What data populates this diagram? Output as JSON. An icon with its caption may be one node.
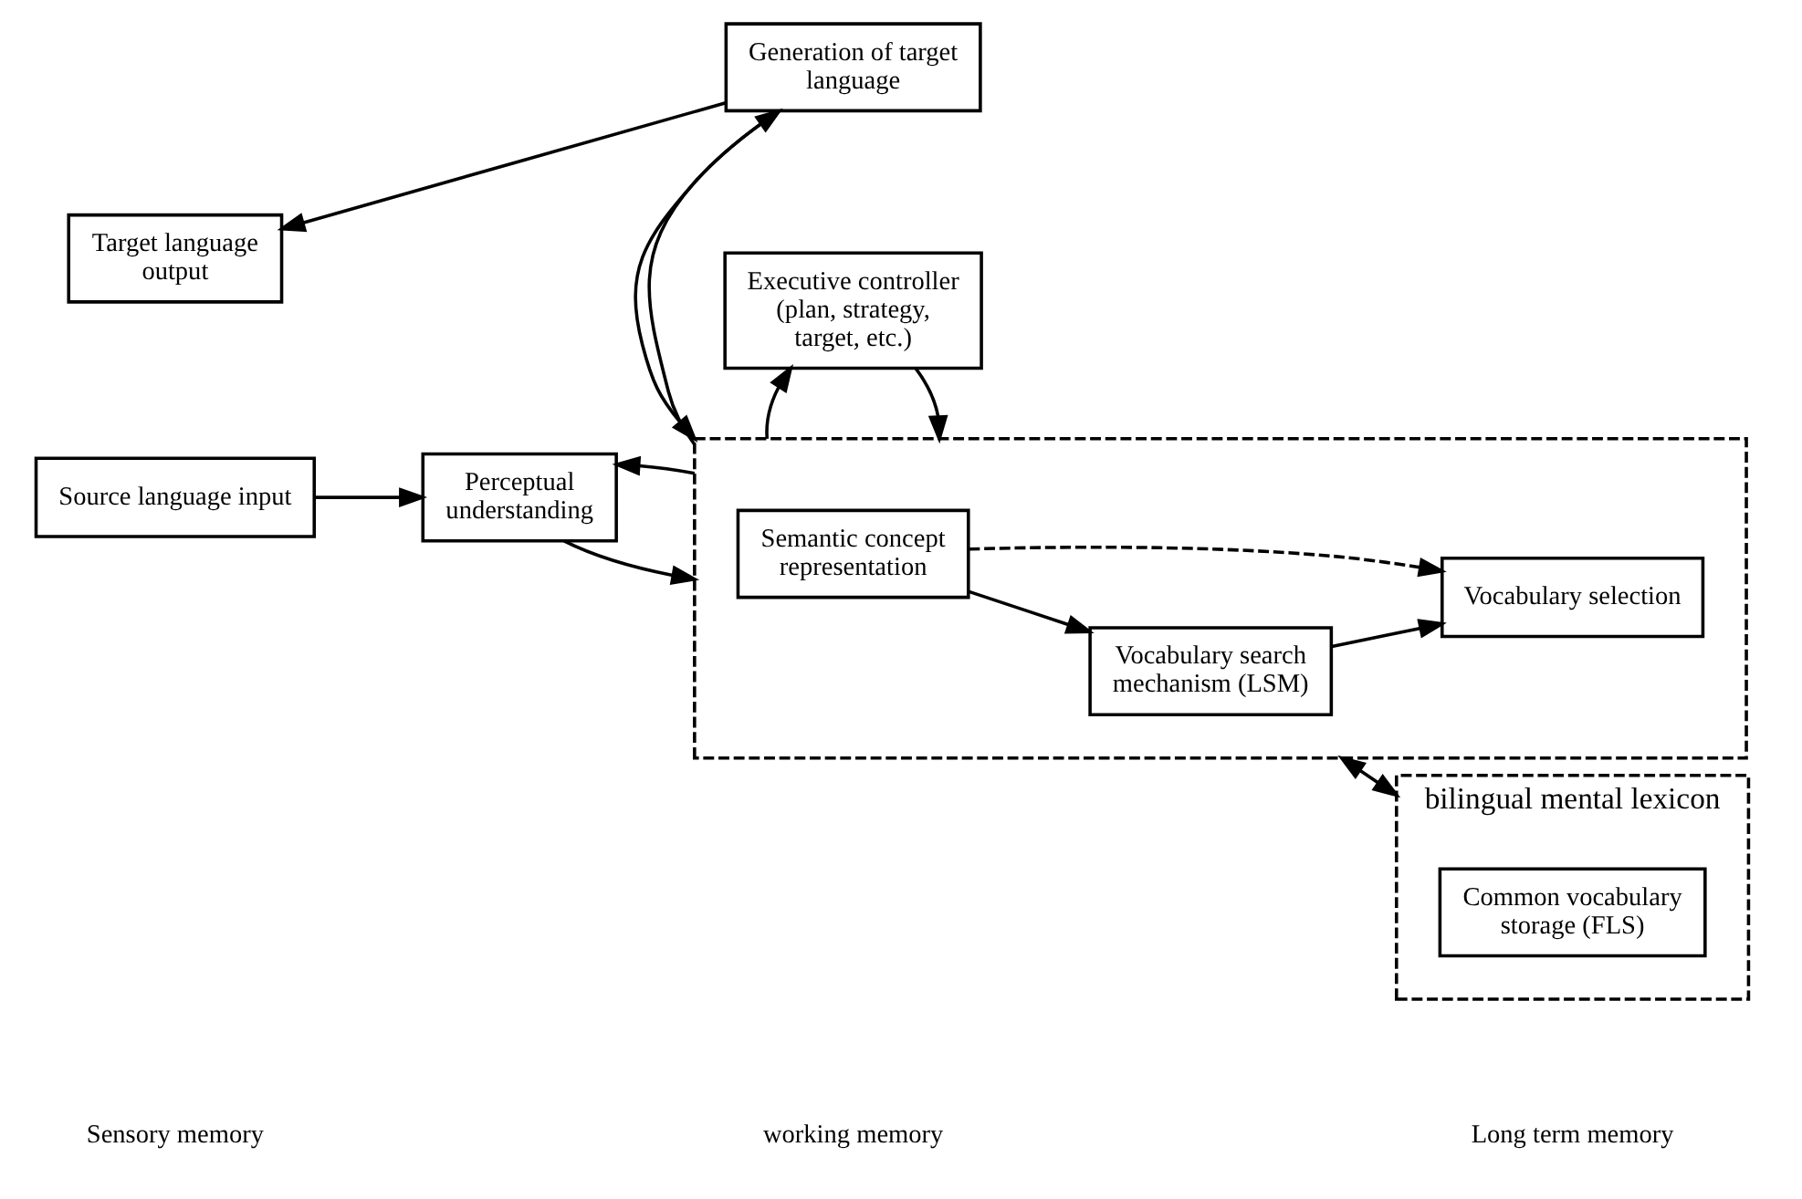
{
  "diagram": {
    "nodes": [
      {
        "text": [
          "Executive controller (plan, strategy, target, etc.)"
        ]
      },
      {
        "text": [],
        "shape": "box"
      },
      {
        "text": [
          "Source language input"
        ]
      },
      {
        "text": [
          "Perceptual understanding"
        ]
      },
      {
        "text": [
          "Semantic concept representation"
        ],
        "in": 1
      },
      {
        "text": [
          "Vocabulary search mechanism (LSM)"
        ],
        "in": 1
      },
      {
        "text": [
          "Vocabulary selection"
        ],
        "in": 1
      },
      {
        "text": [
          "bilingual mental lexicon"
        ]
      },
      {
        "text": [
          "Common vocabulary storage (FLS)"
        ],
        "in": 7
      },
      {
        "text": [
          "Generation of target language"
        ]
      },
      {
        "text": [
          "Target language output"
        ]
      }
    ],
    "edges": [
      {
        "from": 0,
        "to": 1,
        "arrow": "to"
      },
      {
        "from": 1,
        "to": 0,
        "arrow": "to"
      },
      {
        "from": 2,
        "to": 3,
        "arrow": "to"
      },
      {
        "from": 3,
        "to": 1,
        "arrow": "to"
      },
      {
        "from": 1,
        "to": 3,
        "arrow": "to"
      },
      {
        "from": 4,
        "to": 5,
        "arrow": "to"
      },
      {
        "from": 4,
        "to": 6,
        "arrow": "to",
        "style": "dashed"
      },
      {
        "from": 5,
        "to": 6,
        "arrow": "to"
      },
      {
        "from": 1,
        "to": 7,
        "arrow": "both"
      },
      {
        "from": 1,
        "to": 9,
        "arrow": "to"
      },
      {
        "from": 9,
        "to": 1,
        "arrow": "to"
      },
      {
        "from": 9,
        "to": 10,
        "arrow": "to"
      }
    ],
    "labels": [
      "Sensory memory",
      "working memory",
      "Long term memory"
    ]
  }
}
